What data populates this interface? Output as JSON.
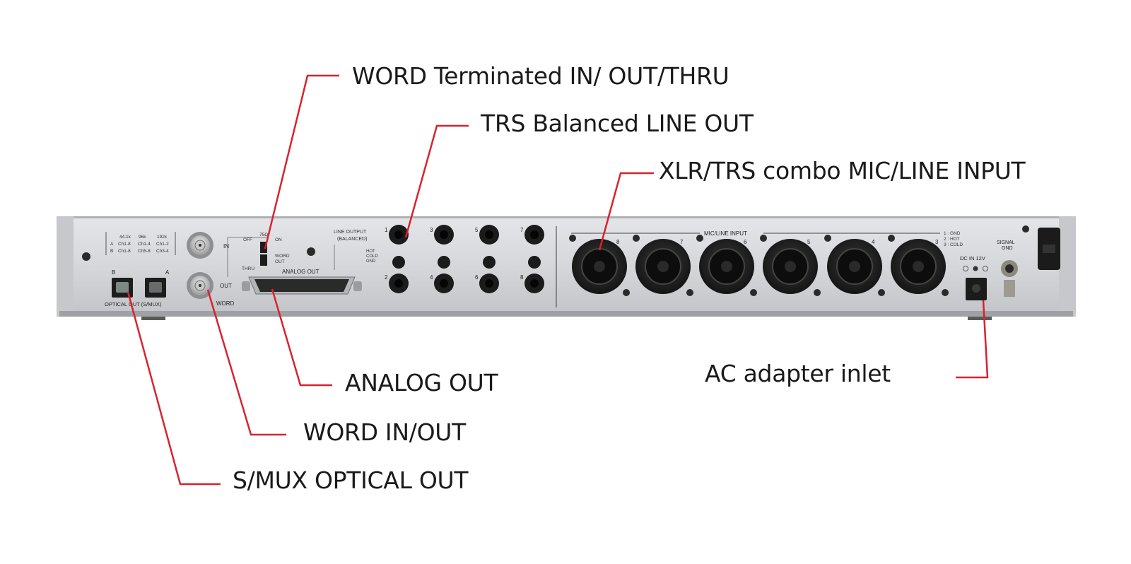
{
  "callouts": {
    "word_terminated": "WORD Terminated IN/ OUT/THRU",
    "trs_line_out": "TRS Balanced LINE OUT",
    "xlr_trs_input": "XLR/TRS combo MIC/LINE INPUT",
    "ac_adapter": "AC adapter inlet",
    "analog_out": "ANALOG OUT",
    "word_in_out": "WORD IN/OUT",
    "smux_optical": "S/MUX OPTICAL OUT"
  },
  "panel": {
    "table_headers": [
      "44.1k",
      "96k",
      "192k"
    ],
    "table_rows": [
      {
        "label": "A",
        "cells": [
          "Ch1-8",
          "Ch1-4",
          "Ch1-2"
        ]
      },
      {
        "label": "B",
        "cells": [
          "Ch1-8",
          "Ch5-8",
          "Ch3-4"
        ]
      }
    ],
    "optical_b": "B",
    "optical_a": "A",
    "optical_label": "OPTICAL OUT (S/MUX)",
    "bnc_in": "IN",
    "bnc_out": "OUT",
    "word": "WORD",
    "sw_off": "OFF",
    "sw_75": "75Ω",
    "sw_on": "ON",
    "sw_thru": "THRU",
    "sw_word": "WORD",
    "sw_out": "OUT",
    "analog_out": "ANALOG OUT",
    "line_output": "LINE OUTPUT",
    "balanced": "(BALANCED)",
    "trs_hot": "HOT",
    "trs_cold": "COLD",
    "trs_gnd": "GND",
    "jack_numbers_top": [
      "1",
      "3",
      "5",
      "7"
    ],
    "jack_numbers_bottom": [
      "2",
      "4",
      "6",
      "8"
    ],
    "mic_line_input": "MIC/LINE INPUT",
    "xlr_numbers": [
      "8",
      "7",
      "6",
      "5",
      "4",
      "3"
    ],
    "pin_gnd": "1 : GND",
    "pin_hot": "2 : HOT",
    "pin_cold": "3 : COLD",
    "dc_in": "DC IN 12V",
    "signal": "SIGNAL",
    "gnd": "GND"
  },
  "colors": {
    "leader": "#d7232f",
    "panel": "#d4d6d9",
    "panel_edge": "#b4b6ba",
    "connector": "#1b1b1b"
  }
}
